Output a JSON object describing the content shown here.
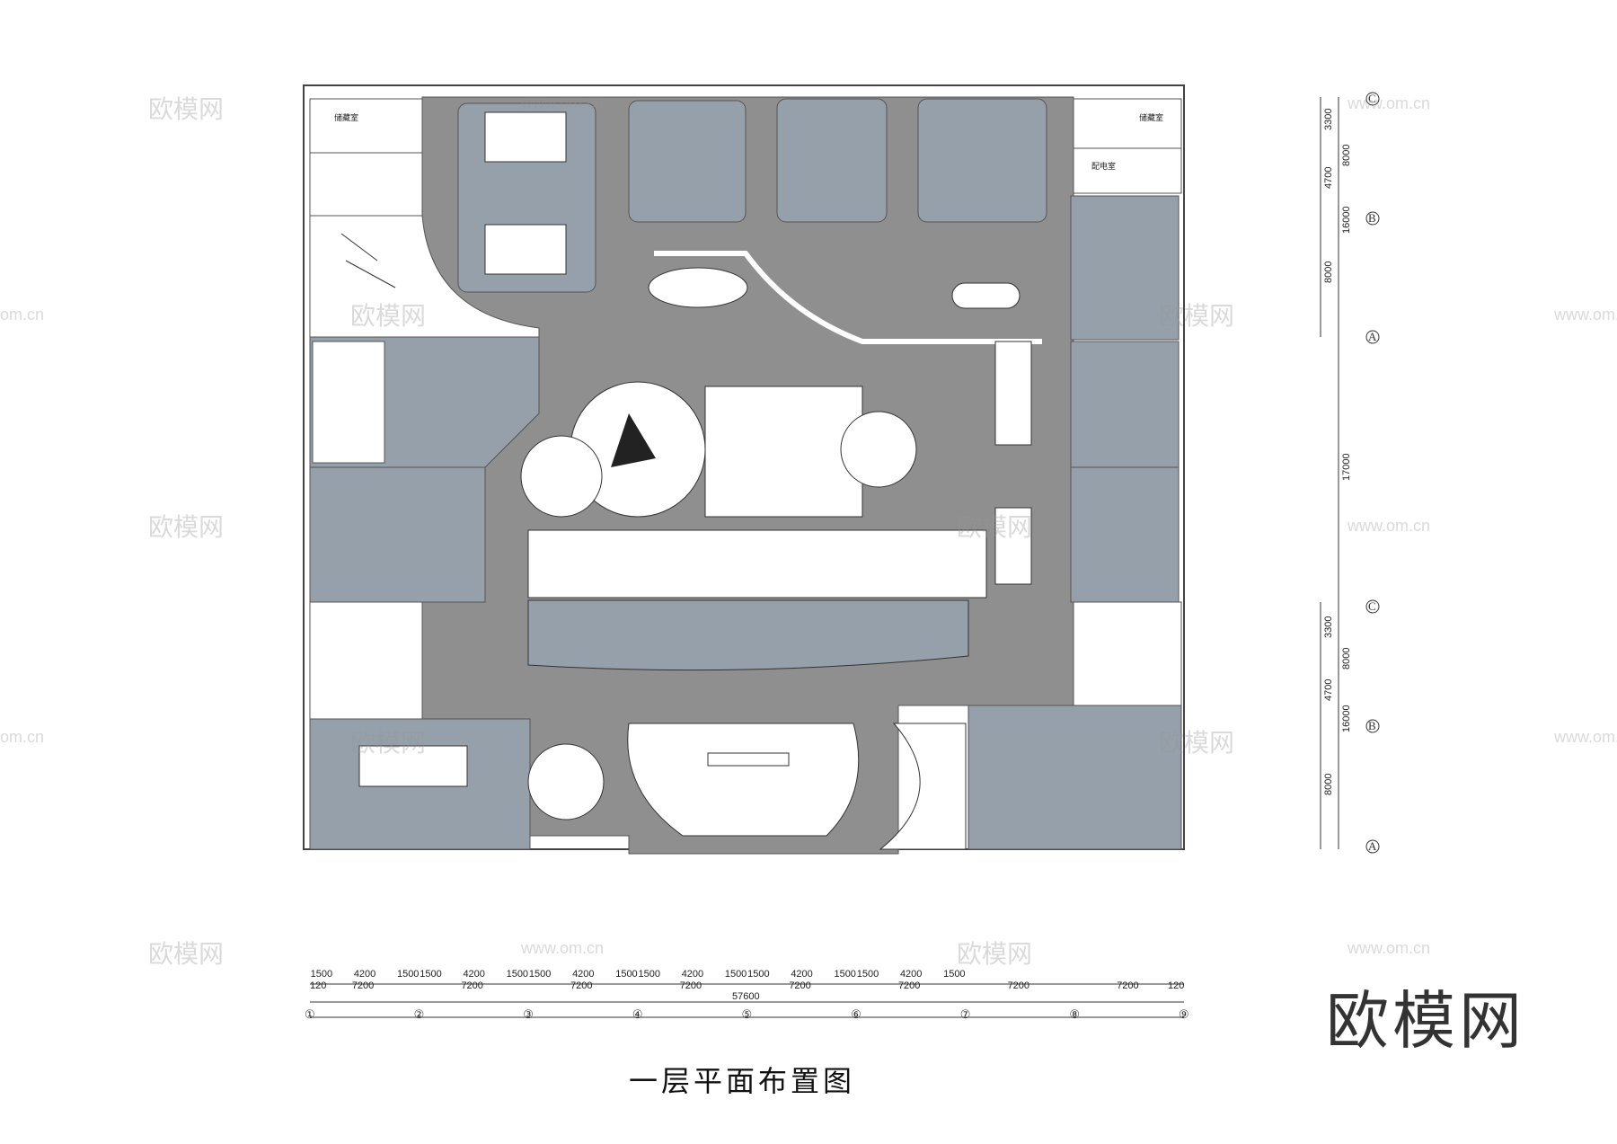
{
  "title": "一层平面布置图",
  "brand": "欧模网",
  "watermark": {
    "text": "欧模网",
    "url": "www.om.cn",
    "url_partial": "om.cn"
  },
  "room_labels": {
    "storage_left": "储藏室",
    "storage_right": "储藏室",
    "power_room": "配电室"
  },
  "bottom_dimensions": {
    "segments": [
      "1500",
      "4200",
      "1500",
      "1500",
      "4200",
      "1500",
      "1500",
      "4200",
      "1500",
      "1500",
      "4200",
      "1500",
      "1500",
      "4200",
      "1500",
      "1500",
      "4200",
      "1500"
    ],
    "bays": [
      "7200",
      "7200",
      "7200",
      "7200",
      "7200",
      "7200",
      "7200",
      "7200"
    ],
    "edge_left": "120",
    "edge_right": "120",
    "total": "57600",
    "axes": [
      "①",
      "②",
      "③",
      "④",
      "⑤",
      "⑥",
      "⑦",
      "⑧",
      "⑨"
    ]
  },
  "right_dimensions_upper": {
    "segments": [
      "3300",
      "4700",
      "8000"
    ],
    "inner": "8000",
    "total": "16000",
    "axes": [
      "C",
      "B",
      "A"
    ]
  },
  "right_dimensions_middle": {
    "total": "17000"
  },
  "right_dimensions_lower": {
    "segments": [
      "3300",
      "4700",
      "8000"
    ],
    "inner": "8000",
    "total": "16000",
    "axes": [
      "C",
      "B",
      "A"
    ]
  },
  "colors": {
    "zone": "#96a0ab",
    "corridor": "#8f8f8f",
    "wall": "#444444",
    "room_bg": "#ffffff"
  }
}
